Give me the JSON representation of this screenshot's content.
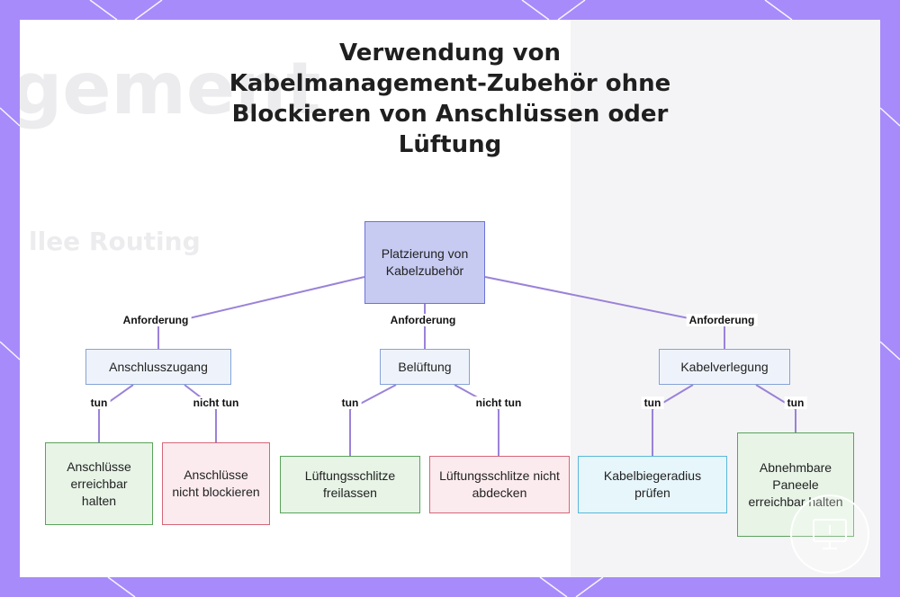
{
  "title_lines": [
    "Verwendung von",
    "Kabelmanagement-Zubehör ohne",
    "Blockieren von Anschlüssen oder",
    "Lüftung"
  ],
  "root": {
    "label": "Platzierung von Kabelzubehör"
  },
  "requirement_label": "Anforderung",
  "categories": [
    {
      "label": "Anschlusszugang"
    },
    {
      "label": "Belüftung"
    },
    {
      "label": "Kabelverlegung"
    }
  ],
  "edge_labels": {
    "do": "tun",
    "dont": "nicht tun"
  },
  "actions": [
    {
      "label": "Anschlüsse erreichbar halten",
      "kind": "do"
    },
    {
      "label": "Anschlüsse nicht blockieren",
      "kind": "dont"
    },
    {
      "label": "Lüftungsschlitze freilassen",
      "kind": "do"
    },
    {
      "label": "Lüftungsschlitze nicht abdecken",
      "kind": "dont"
    },
    {
      "label": "Kabelbiegeradius prüfen",
      "kind": "tip"
    },
    {
      "label": "Abnehmbare Paneele erreichbar halten",
      "kind": "do"
    }
  ],
  "colors": {
    "background": "#a78bfa",
    "connector": "#9b82d8",
    "root_fill": "#c7cbf2",
    "do_border": "#5aa35a",
    "dont_border": "#d46679"
  },
  "badge_icon": "monitor-icon"
}
